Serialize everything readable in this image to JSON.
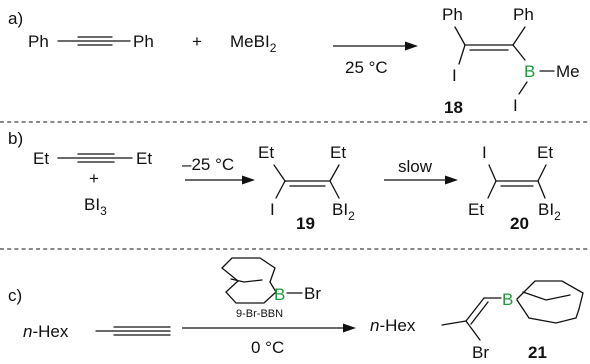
{
  "colors": {
    "boron": "#1f9a3a",
    "ink": "#111111"
  },
  "panel_a": {
    "label": "a)",
    "reactant_1_left": "Ph",
    "reactant_1_right": "Ph",
    "plus": "+",
    "reagent_prefix": "Me",
    "reagent_boron": "B",
    "reagent_iodine": "I",
    "reagent_subscript": "2",
    "condition": "25 °C",
    "product": {
      "ph_left": "Ph",
      "ph_right": "Ph",
      "iodo": "I",
      "boron": "B",
      "methyl": "Me",
      "boron_iodo": "I",
      "number": "18"
    }
  },
  "panel_b": {
    "label": "b)",
    "reactant_left": "Et",
    "reactant_right": "Et",
    "plus": "+",
    "reagent_boron": "B",
    "reagent_iodine": "I",
    "reagent_subscript": "3",
    "condition_1": "–25 °C",
    "intermediate": {
      "et_top_left": "Et",
      "et_top_right": "Et",
      "iodo": "I",
      "boron": "B",
      "iodine": "I",
      "subscript": "2",
      "number": "19"
    },
    "condition_2": "slow",
    "product": {
      "iodo": "I",
      "et_top_right": "Et",
      "et_bottom_left": "Et",
      "boron": "B",
      "iodine": "I",
      "subscript": "2",
      "number": "20"
    }
  },
  "panel_c": {
    "label": "c)",
    "alkyne_prefix": "n",
    "alkyne_chain": "-Hex",
    "reagent_boron": "B",
    "reagent_bromo": "Br",
    "reagent_name": "9-Br-BBN",
    "condition": "0 °C",
    "product": {
      "prefix": "n",
      "chain": "-Hex",
      "boron": "B",
      "bromo": "Br",
      "number": "21"
    }
  }
}
